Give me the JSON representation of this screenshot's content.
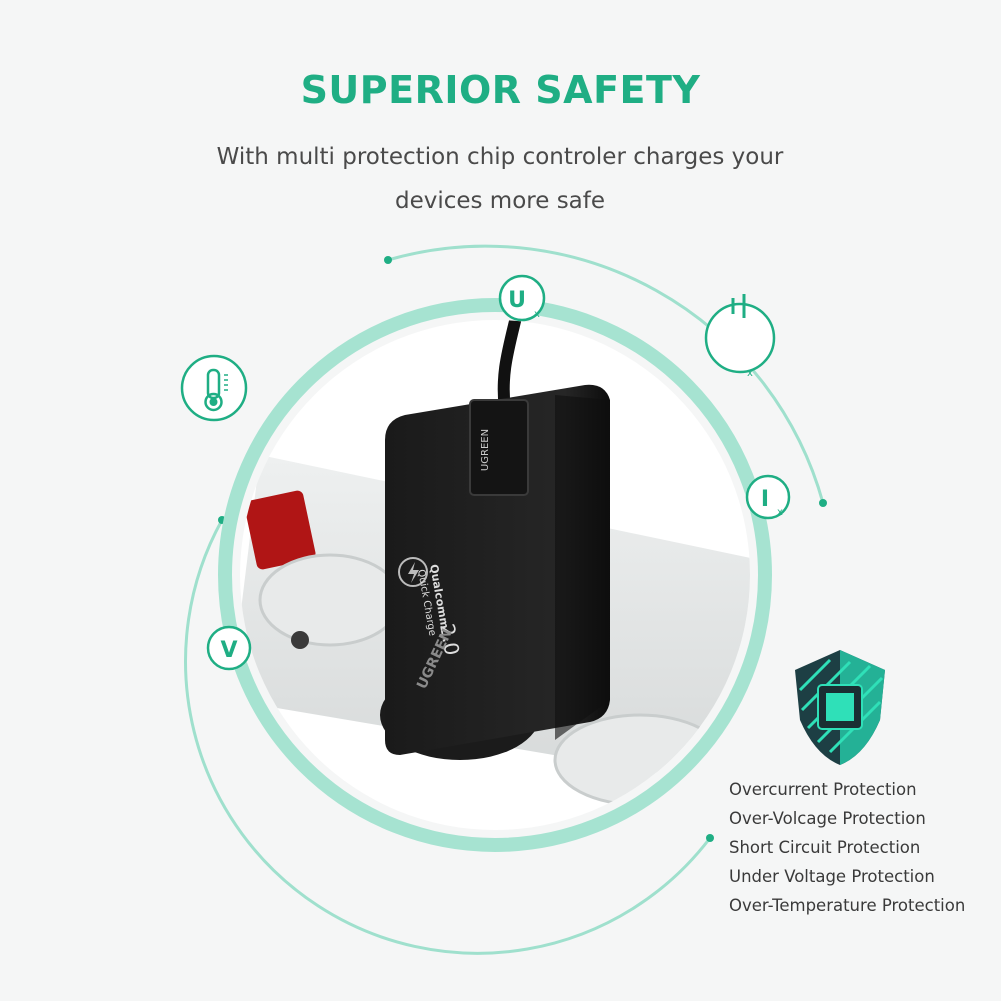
{
  "header": {
    "title": "SUPERIOR SAFETY",
    "subtitle": "With multi protection chip controler charges your devices more safe"
  },
  "icons": {
    "current": "U",
    "current_sub": "x",
    "short": "I",
    "short_sub": "x",
    "voltage": "V",
    "circuit_sub": "x"
  },
  "product": {
    "brand_side": "UGREEN",
    "brand_usb": "UGREEN",
    "badge_line1": "Qualcomm",
    "badge_line2": "Quick Charge",
    "badge_version": "2.0"
  },
  "features": [
    "Overcurrent Protection",
    "Over-Volcage Protection",
    "Short Circuit Protection",
    "Under Voltage Protection",
    "Over-Temperature Protection"
  ],
  "colors": {
    "accent": "#1fae84",
    "ring": "#8fdcc6",
    "text": "#3a3a3a"
  }
}
